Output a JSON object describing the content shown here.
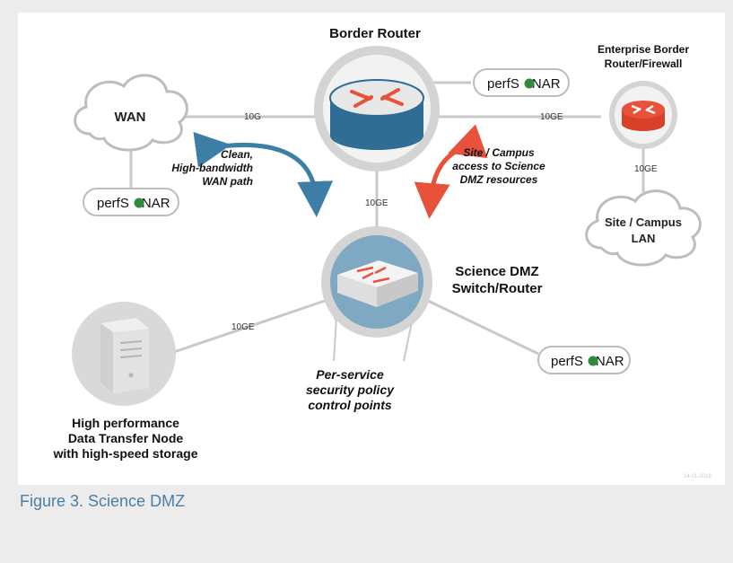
{
  "diagram": {
    "border_router": {
      "title": "Border Router"
    },
    "enterprise": {
      "line1": "Enterprise Border",
      "line2": "Router/Firewall"
    },
    "wan": {
      "label": "WAN"
    },
    "campus_lan": {
      "line1": "Site / Campus",
      "line2": "LAN"
    },
    "science_dmz": {
      "line1": "Science DMZ",
      "line2": "Switch/Router"
    },
    "dtn": {
      "line1": "High performance",
      "line2": "Data Transfer Node",
      "line3": "with high-speed storage"
    },
    "perfsonar": {
      "prefix": "perfS",
      "suffix": "NAR"
    },
    "links": {
      "wan_to_border": "10G",
      "border_to_enterprise": "10GE",
      "enterprise_to_lan": "10GE",
      "border_to_dmz": "10GE",
      "dmz_to_dtn": "10GE"
    },
    "notes": {
      "wan_path": [
        "Clean,",
        "High-bandwidth",
        "WAN path"
      ],
      "campus_access": [
        "Site / Campus",
        "access to Science",
        "DMZ resources"
      ],
      "policy_points": [
        "Per-service",
        "security policy",
        "control points"
      ]
    },
    "colors": {
      "router_blue": "#3d7ea6",
      "firewall_red": "#e8523a",
      "arrow_blue": "#3d7ea6",
      "arrow_red": "#e8523a",
      "perfsonar_dot": "#2e8b3e",
      "caption": "#4a7fa7"
    },
    "stamp": "14-01-2018"
  },
  "caption": "Figure 3. Science DMZ"
}
